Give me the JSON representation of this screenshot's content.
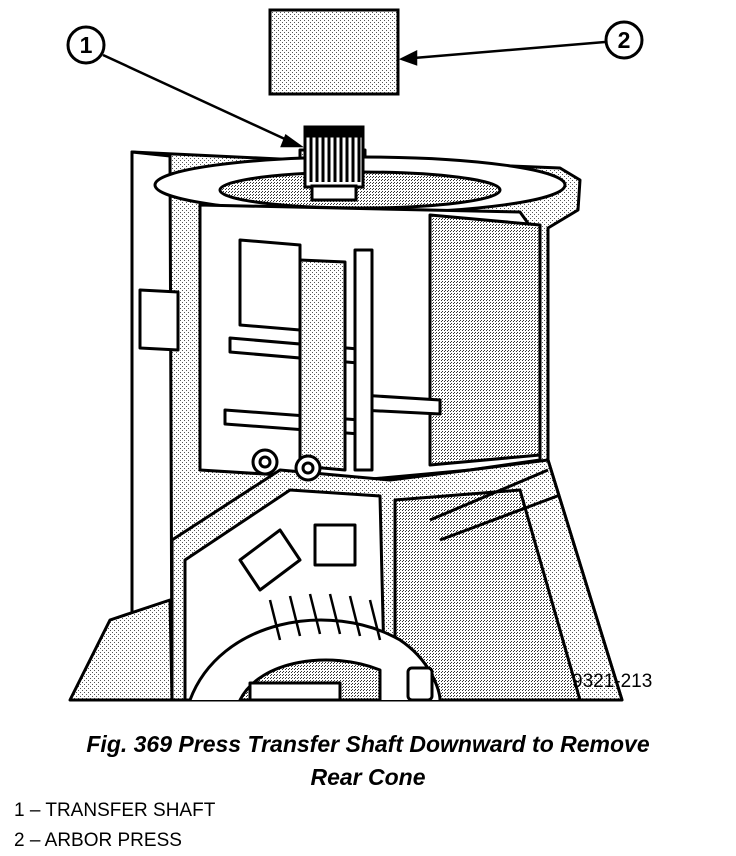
{
  "figure_id": "9321-213",
  "callouts": [
    {
      "number": "1"
    },
    {
      "number": "2"
    }
  ],
  "caption": {
    "line1": "Fig. 369 Press Transfer Shaft Downward to Remove",
    "line2": "Rear Cone"
  },
  "legend": [
    {
      "number": "1",
      "separator": " – ",
      "label": "TRANSFER SHAFT"
    },
    {
      "number": "2",
      "separator": " – ",
      "label": "ARBOR PRESS"
    }
  ]
}
